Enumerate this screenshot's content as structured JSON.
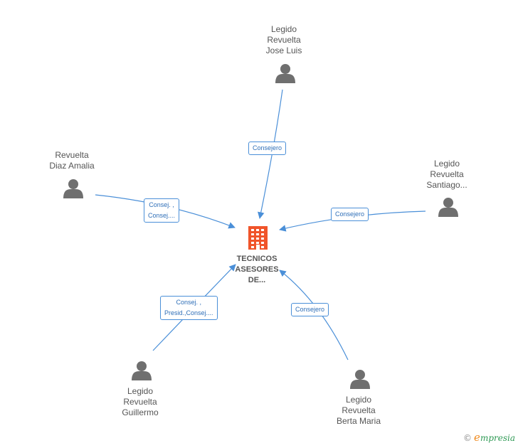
{
  "company": {
    "label": [
      "TECNICOS",
      "ASESORES",
      "DE..."
    ],
    "icon": "building-icon",
    "color": "#f0542a"
  },
  "people": [
    {
      "id": "jose-luis",
      "name": [
        "Legido",
        "Revuelta",
        "Jose Luis"
      ],
      "icon": "person-icon"
    },
    {
      "id": "amalia",
      "name": [
        "Revuelta",
        "Diaz Amalia"
      ],
      "icon": "person-icon"
    },
    {
      "id": "santiago",
      "name": [
        "Legido",
        "Revuelta",
        "Santiago..."
      ],
      "icon": "person-icon"
    },
    {
      "id": "guillermo",
      "name": [
        "Legido",
        "Revuelta",
        "Guillermo"
      ],
      "icon": "person-icon"
    },
    {
      "id": "berta",
      "name": [
        "Legido",
        "Revuelta",
        "Berta Maria"
      ],
      "icon": "person-icon"
    }
  ],
  "relations": [
    {
      "from": "jose-luis",
      "role": [
        "Consejero"
      ]
    },
    {
      "from": "amalia",
      "role": [
        "Consej. ,",
        "Consej...."
      ]
    },
    {
      "from": "santiago",
      "role": [
        "Consejero"
      ]
    },
    {
      "from": "guillermo",
      "role": [
        "Consej. ,",
        "Presid.,Consej...."
      ]
    },
    {
      "from": "berta",
      "role": [
        "Consejero"
      ]
    }
  ],
  "colors": {
    "edge": "#4a8fd8",
    "person": "#6f6f6f",
    "text": "#555555"
  },
  "brand": {
    "copyright": "©",
    "initial": "e",
    "rest": "mpresia"
  }
}
